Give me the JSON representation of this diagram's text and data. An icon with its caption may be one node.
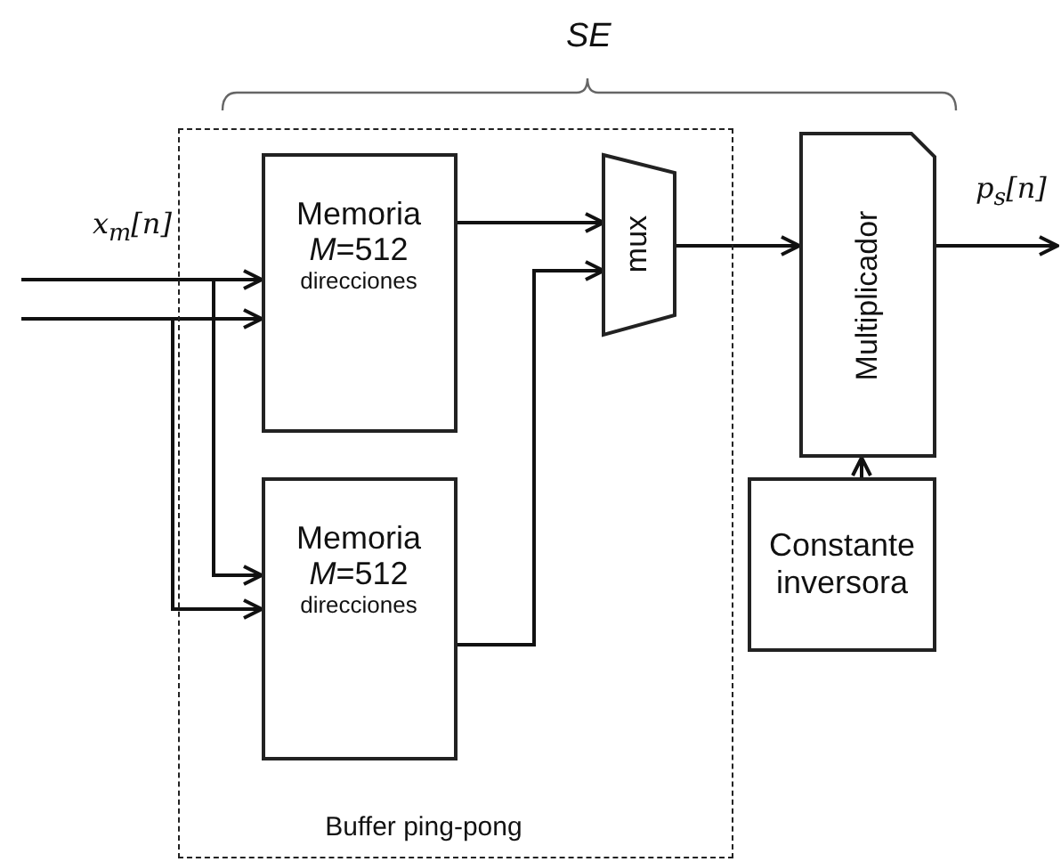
{
  "diagram": {
    "nodes": [
      {
        "text": [
          "Buffer ping-pong"
        ]
      },
      {
        "text": [
          "Memoria",
          "*M*=512",
          "direcciones"
        ],
        "in": 0
      },
      {
        "text": [
          "Memoria",
          "*M*=512",
          "direcciones"
        ],
        "in": 0
      },
      {
        "text": [
          "mux"
        ],
        "in": 0
      },
      {
        "text": [
          "Multiplicador"
        ]
      },
      {
        "text": [
          "Constante inversora"
        ]
      }
    ],
    "edges": [
      {
        "from": null,
        "to": 1,
        "arrow": "to"
      },
      {
        "from": null,
        "to": 2,
        "arrow": "to"
      },
      {
        "from": null,
        "to": 1,
        "arrow": "to"
      },
      {
        "from": null,
        "to": 2,
        "arrow": "to"
      },
      {
        "from": 1,
        "to": 3,
        "arrow": "to"
      },
      {
        "from": 2,
        "to": 3,
        "arrow": "to"
      },
      {
        "from": 3,
        "to": 4,
        "arrow": "to"
      },
      {
        "from": 4,
        "to": null,
        "arrow": "to"
      },
      {
        "from": 5,
        "to": 4,
        "arrow": "to"
      }
    ],
    "labels": [
      "SE",
      "x$_{m}$[n]",
      "p$_{s}$[n]"
    ]
  }
}
